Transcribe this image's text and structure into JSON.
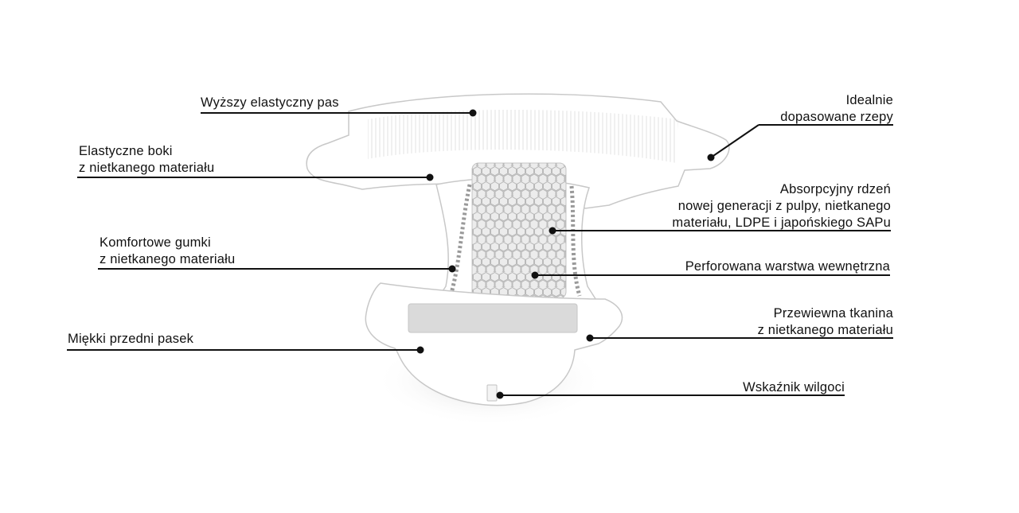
{
  "labels": {
    "waistband": [
      "Wyższy elastyczny pas"
    ],
    "sides": [
      "Elastyczne boki",
      "z nietkanego materiału"
    ],
    "cuffs": [
      "Komfortowe gumki",
      "z nietkanego materiału"
    ],
    "front_strip": [
      "Miękki przedni pasek"
    ],
    "tapes": [
      "Idealnie",
      "dopasowane rzepy"
    ],
    "core": [
      "Absorpcyjny rdzeń",
      "nowej generacji z pulpy, nietkanego",
      "materiału, LDPE i japońskiego SAPu"
    ],
    "topsheet": [
      "Perforowana warstwa wewnętrzna"
    ],
    "backsheet": [
      "Przewiewna tkanina",
      "z nietkanego materiału"
    ],
    "wetness": [
      "Wskaźnik wilgoci"
    ]
  },
  "colors": {
    "line": "#111111",
    "outline": "#c8c8c8",
    "core_fill": "#e6e6e6",
    "strip_fill": "#d9d9d9",
    "shadow": "#e2e2e2"
  }
}
